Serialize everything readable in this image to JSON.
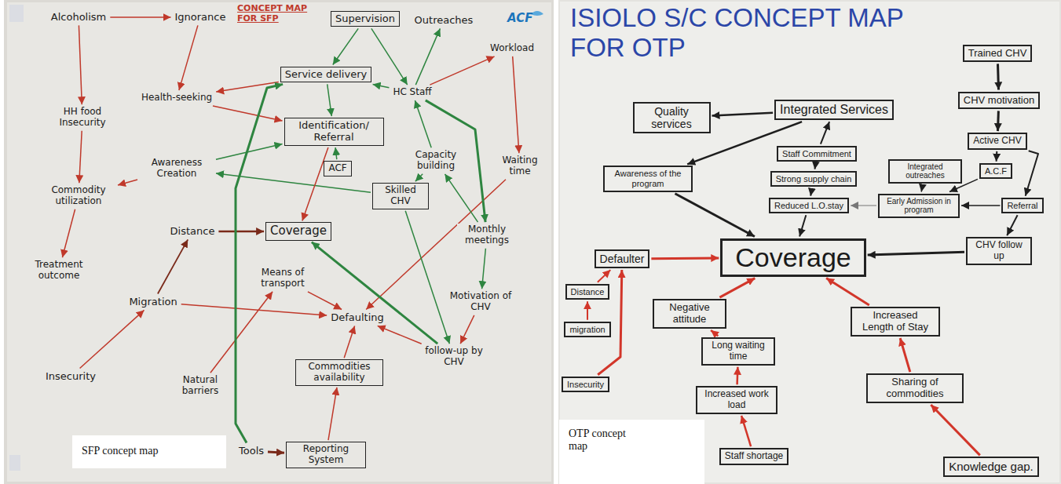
{
  "diagram": {
    "nodes": [
      {
        "text": [
          "Alcoholism"
        ]
      },
      {
        "text": [
          "Ignorance"
        ]
      },
      {
        "text": [
          "Supervision"
        ]
      },
      {
        "text": [
          "Outreaches"
        ]
      },
      {
        "text": [
          "Workload"
        ]
      },
      {
        "text": [
          "Service delivery"
        ]
      },
      {
        "text": [
          "HC Staff"
        ]
      },
      {
        "text": [
          "HH food Insecurity"
        ]
      },
      {
        "text": [
          "Health-seeking"
        ]
      },
      {
        "text": [
          "Identification/ Referral"
        ]
      },
      {
        "text": [
          "Awareness Creation"
        ]
      },
      {
        "text": [
          "Capacity building"
        ]
      },
      {
        "text": [
          "Waiting time"
        ]
      },
      {
        "text": [
          "Commodity utilization"
        ]
      },
      {
        "text": [
          "ACF"
        ]
      },
      {
        "text": [
          "Skilled CHV"
        ]
      },
      {
        "text": [
          "Distance"
        ]
      },
      {
        "text": [
          "Coverage"
        ]
      },
      {
        "text": [
          "Monthly meetings"
        ]
      },
      {
        "text": [
          "Treatment outcome"
        ]
      },
      {
        "text": [
          "Migration"
        ]
      },
      {
        "text": [
          "Means of transport"
        ]
      },
      {
        "text": [
          "Defaulting"
        ]
      },
      {
        "text": [
          "Motivation of CHV"
        ]
      },
      {
        "text": [
          "follow-up by CHV"
        ]
      },
      {
        "text": [
          "Insecurity"
        ]
      },
      {
        "text": [
          "Natural barriers"
        ]
      },
      {
        "text": [
          "Commodities availability"
        ]
      },
      {
        "text": [
          "Tools"
        ]
      },
      {
        "text": [
          "Reporting System"
        ]
      },
      {
        "text": [
          "Quality services"
        ]
      },
      {
        "text": [
          "Integrated Services"
        ]
      },
      {
        "text": [
          "Trained CHV"
        ]
      },
      {
        "text": [
          "Staff Commitment"
        ]
      },
      {
        "text": [
          "CHV motivation"
        ]
      },
      {
        "text": [
          "Awareness of the program"
        ]
      },
      {
        "text": [
          "Strong supply chain"
        ]
      },
      {
        "text": [
          "Active CHV"
        ]
      },
      {
        "text": [
          "Integrated outreaches"
        ]
      },
      {
        "text": [
          "A.C.F"
        ]
      },
      {
        "text": [
          "Reduced L.O.stay"
        ]
      },
      {
        "text": [
          "Early Admission in program"
        ]
      },
      {
        "text": [
          "Referral"
        ]
      },
      {
        "text": [
          "Coverage"
        ]
      },
      {
        "text": [
          "CHV follow up"
        ]
      },
      {
        "text": [
          "Defaulter"
        ]
      },
      {
        "text": [
          "Distance"
        ]
      },
      {
        "text": [
          "migration"
        ]
      },
      {
        "text": [
          "Insecurity"
        ]
      },
      {
        "text": [
          "Negative attitude"
        ]
      },
      {
        "text": [
          "Long waiting time"
        ]
      },
      {
        "text": [
          "Increased Length of Stay"
        ]
      },
      {
        "text": [
          "Increased work load"
        ]
      },
      {
        "text": [
          "Sharing of commodities"
        ]
      },
      {
        "text": [
          "Staff shortage"
        ]
      },
      {
        "text": [
          "Knowledge gap."
        ]
      }
    ],
    "edges": [
      {
        "from": 0,
        "to": 1,
        "arrow": "to"
      },
      {
        "from": 0,
        "to": 7,
        "arrow": "to"
      },
      {
        "from": 1,
        "to": 8,
        "arrow": "to"
      },
      {
        "from": 7,
        "to": 13,
        "arrow": "to"
      },
      {
        "from": 13,
        "to": 19,
        "arrow": "to"
      },
      {
        "from": 10,
        "to": 13,
        "arrow": "to"
      },
      {
        "from": 5,
        "to": 8,
        "arrow": "to"
      },
      {
        "from": 8,
        "to": 9,
        "arrow": "to"
      },
      {
        "from": 2,
        "to": 5,
        "arrow": "to"
      },
      {
        "from": 2,
        "to": 6,
        "arrow": "to"
      },
      {
        "from": 6,
        "to": 3,
        "arrow": "to"
      },
      {
        "from": 6,
        "to": 5,
        "arrow": "to"
      },
      {
        "from": 6,
        "to": 4,
        "arrow": "to"
      },
      {
        "from": 4,
        "to": 12,
        "arrow": "to"
      },
      {
        "from": 12,
        "to": 22,
        "arrow": "to"
      },
      {
        "from": 5,
        "to": 9,
        "arrow": "to"
      },
      {
        "from": 10,
        "to": 9,
        "arrow": "to"
      },
      {
        "from": 11,
        "to": 6,
        "arrow": "to"
      },
      {
        "from": 11,
        "to": 15,
        "arrow": "to"
      },
      {
        "from": 18,
        "to": 11,
        "arrow": "to"
      },
      {
        "from": 6,
        "to": 18,
        "arrow": "to"
      },
      {
        "from": 18,
        "to": 23,
        "arrow": "to"
      },
      {
        "from": 23,
        "to": 24,
        "arrow": "to"
      },
      {
        "from": 15,
        "to": 10,
        "arrow": "to"
      },
      {
        "from": 15,
        "to": 24,
        "arrow": "to"
      },
      {
        "from": 24,
        "to": 17,
        "arrow": "to"
      },
      {
        "from": 24,
        "to": 22,
        "arrow": "to"
      },
      {
        "from": 9,
        "to": 17,
        "arrow": "to"
      },
      {
        "from": 16,
        "to": 17,
        "arrow": "to"
      },
      {
        "from": 20,
        "to": 16,
        "arrow": "to"
      },
      {
        "from": 20,
        "to": 22,
        "arrow": "to"
      },
      {
        "from": 25,
        "to": 20,
        "arrow": "to"
      },
      {
        "from": 26,
        "to": 21,
        "arrow": "to"
      },
      {
        "from": 21,
        "to": 22,
        "arrow": "to"
      },
      {
        "from": 27,
        "to": 22,
        "arrow": "to"
      },
      {
        "from": 29,
        "to": 27,
        "arrow": "to"
      },
      {
        "from": 28,
        "to": 29,
        "arrow": "to"
      },
      {
        "from": 28,
        "to": 5,
        "arrow": "to"
      },
      {
        "from": 14,
        "to": 9,
        "arrow": "to"
      },
      {
        "from": 31,
        "to": 30,
        "arrow": "to"
      },
      {
        "from": 31,
        "to": 35,
        "arrow": "to"
      },
      {
        "from": 33,
        "to": 31,
        "arrow": "to"
      },
      {
        "from": 33,
        "to": 36,
        "arrow": "to"
      },
      {
        "from": 36,
        "to": 40,
        "arrow": "to"
      },
      {
        "from": 40,
        "to": 43,
        "arrow": "to"
      },
      {
        "from": 35,
        "to": 43,
        "arrow": "to"
      },
      {
        "from": 32,
        "to": 34,
        "arrow": "to"
      },
      {
        "from": 34,
        "to": 37,
        "arrow": "to"
      },
      {
        "from": 37,
        "to": 39,
        "arrow": "to"
      },
      {
        "from": 37,
        "to": 42,
        "arrow": "to"
      },
      {
        "from": 38,
        "to": 41,
        "arrow": "to"
      },
      {
        "from": 39,
        "to": 41,
        "arrow": "to"
      },
      {
        "from": 42,
        "to": 41,
        "arrow": "to"
      },
      {
        "from": 41,
        "to": 40,
        "arrow": "to"
      },
      {
        "from": 42,
        "to": 44,
        "arrow": "to"
      },
      {
        "from": 44,
        "to": 43,
        "arrow": "to"
      },
      {
        "from": 48,
        "to": 45,
        "arrow": "to"
      },
      {
        "from": 47,
        "to": 46,
        "arrow": "to"
      },
      {
        "from": 46,
        "to": 45,
        "arrow": "to"
      },
      {
        "from": 45,
        "to": 43,
        "arrow": "to"
      },
      {
        "from": 49,
        "to": 43,
        "arrow": "to"
      },
      {
        "from": 50,
        "to": 49,
        "arrow": "to"
      },
      {
        "from": 52,
        "to": 50,
        "arrow": "to"
      },
      {
        "from": 54,
        "to": 52,
        "arrow": "to"
      },
      {
        "from": 51,
        "to": 43,
        "arrow": "to"
      },
      {
        "from": 53,
        "to": 51,
        "arrow": "to"
      },
      {
        "from": 55,
        "to": 53,
        "arrow": "to"
      }
    ],
    "labels": [
      "CONCEPT MAP FOR SFP",
      "ACF",
      "ISIOLO S/C CONCEPT MAP FOR OTP",
      "SFP concept map",
      "OTP concept map"
    ]
  }
}
